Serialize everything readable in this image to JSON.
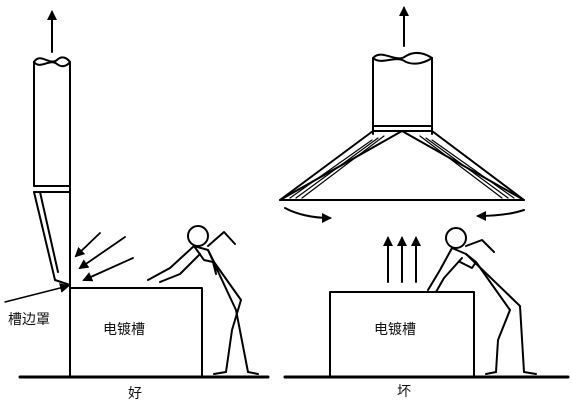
{
  "labels": {
    "good_tank": "电镀槽",
    "bad_tank": "电镀槽",
    "edge_hood": "槽边罩",
    "good": "好",
    "bad": "坏"
  }
}
